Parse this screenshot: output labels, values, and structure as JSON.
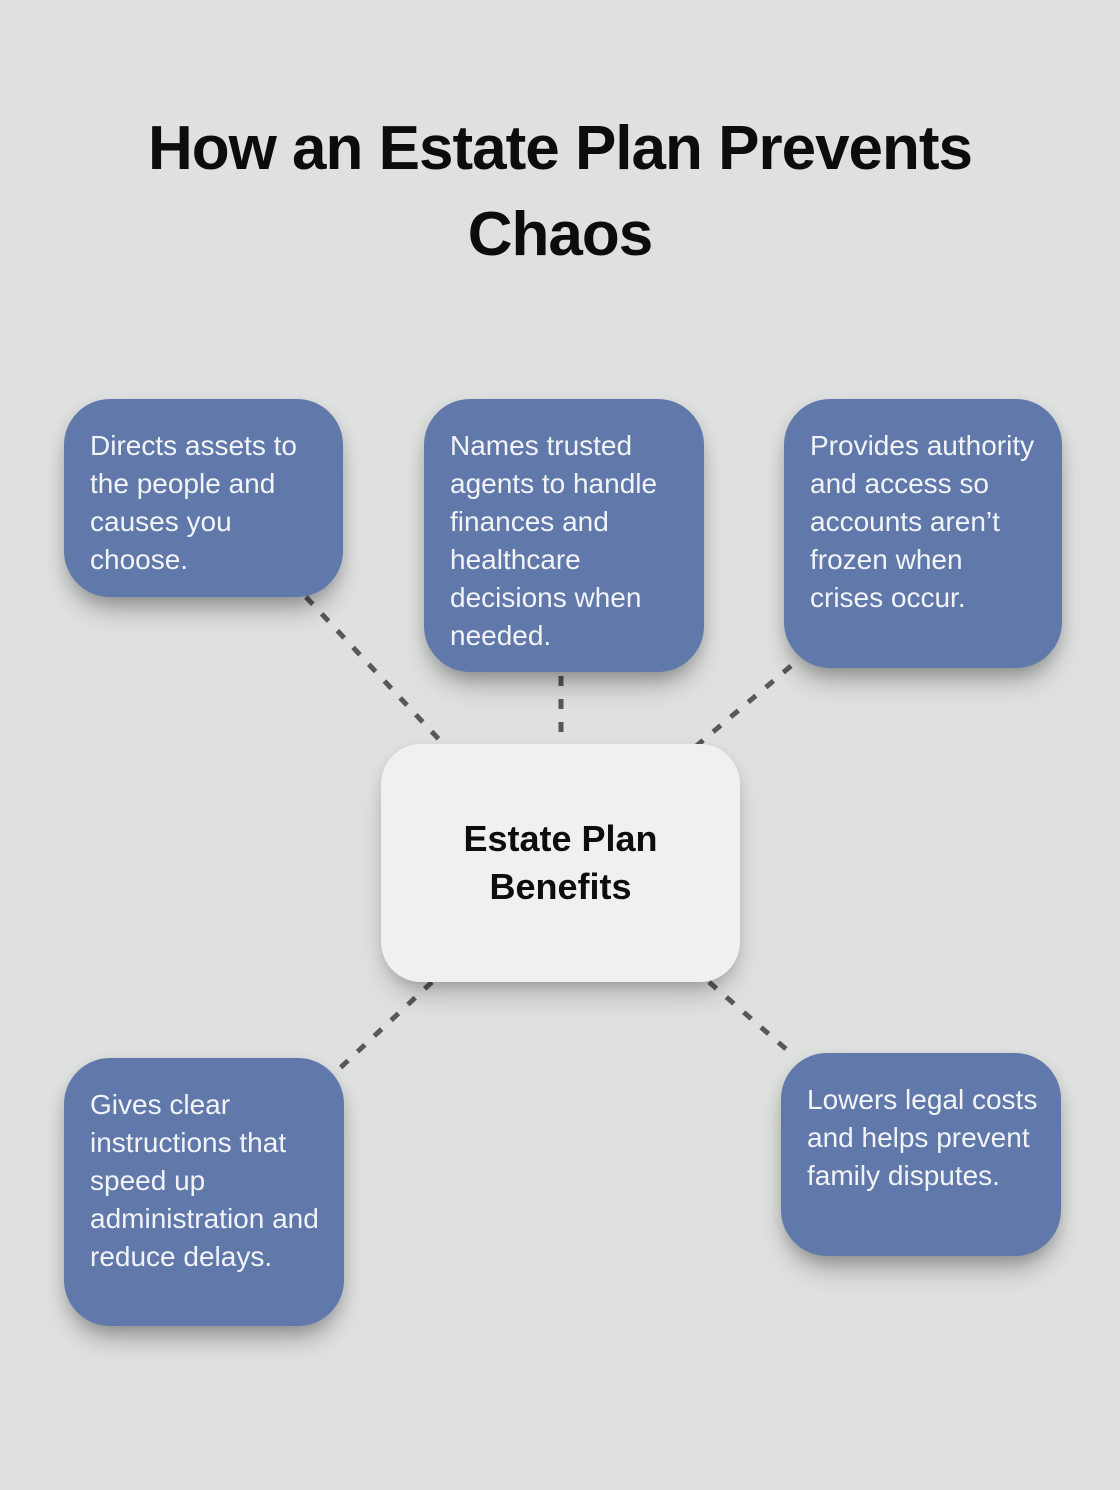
{
  "title": "How an Estate Plan Prevents Chaos",
  "center": {
    "label": "Estate Plan Benefits"
  },
  "cards": [
    {
      "id": "directs-assets",
      "text": "Directs assets to the people and causes you choose."
    },
    {
      "id": "names-agents",
      "text": "Names trusted agents to handle finances and healthcare decisions when needed."
    },
    {
      "id": "provides-authority",
      "text": "Provides authority and access so accounts aren’t frozen when crises occur."
    },
    {
      "id": "clear-instructions",
      "text": "Gives clear instructions that speed up administration and reduce delays."
    },
    {
      "id": "lowers-costs",
      "text": "Lowers legal costs and helps prevent family disputes."
    }
  ],
  "colors": {
    "background": "#dfe1e0",
    "card": "#6078aa",
    "card_text": "#f2f4f8",
    "center_card": "#eff0f2",
    "center_text": "#0d0d0d",
    "connector": "#57585a",
    "title_text": "#0c0c0c"
  }
}
